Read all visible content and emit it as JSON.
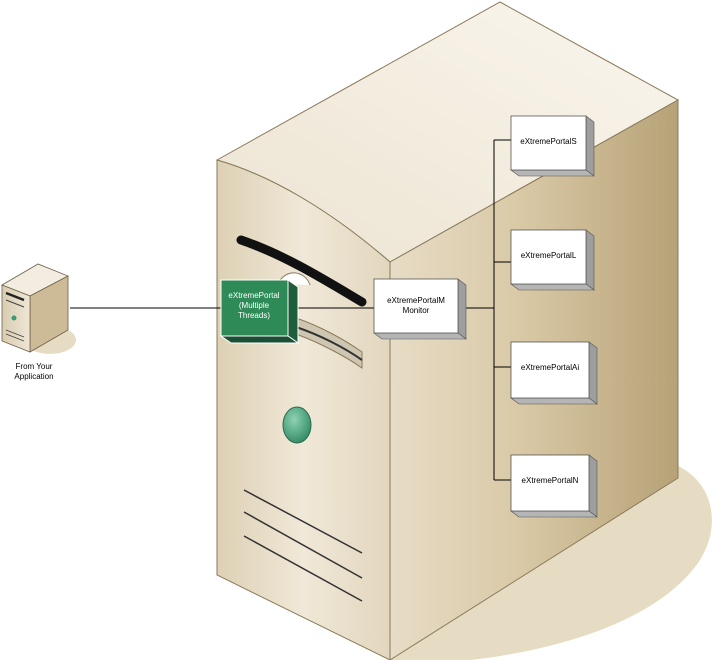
{
  "client": {
    "caption_line1": "From Your",
    "caption_line2": "Application"
  },
  "portal": {
    "line1": "eXtremePortal",
    "line2": "(Multiple",
    "line3": "Threads)"
  },
  "monitor": {
    "line1": "eXtremePortalM",
    "line2": "Monitor"
  },
  "workers": [
    {
      "label": "eXtremePortalS"
    },
    {
      "label": "eXtremePortalL"
    },
    {
      "label": "eXtremePortalAi"
    },
    {
      "label": "eXtremePortalN"
    }
  ],
  "colors": {
    "server_front": "#e8dcc4",
    "server_side": "#cdbb98",
    "server_top": "#f5efe4",
    "shadow": "#e6dcc4",
    "portal_box": "#2e8b57",
    "power_button": "#3a9a72"
  }
}
